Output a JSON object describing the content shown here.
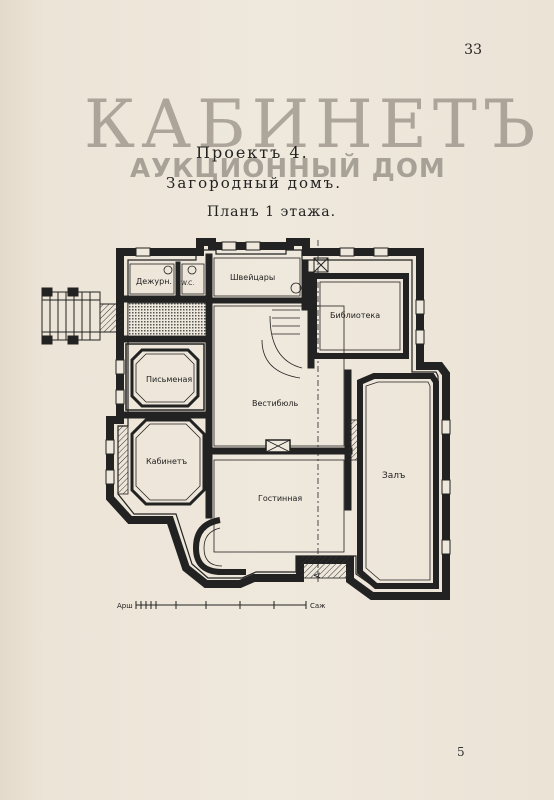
{
  "page": {
    "number_top": "33",
    "number_bottom": "5"
  },
  "watermark": {
    "line1": "КАБИНЕТЪ",
    "line2": "АУКЦИОННЫЙ ДОМ"
  },
  "heading": {
    "project": "Проектъ 4.",
    "subtitle": "Загородный домъ.",
    "plan_title": "Планъ 1 этажа."
  },
  "rooms": {
    "dezhurnaya": "Дежурн.",
    "wc": "W.C.",
    "shveitsary": "Швейцары",
    "biblioteka": "Библиотека",
    "pismennaya": "Письменая",
    "vestibyul": "Вестибюль",
    "kabinet": "Кабинетъ",
    "gostinaya": "Гостинная",
    "zal": "Залъ"
  },
  "plan_marks": {
    "section_mark": "А"
  },
  "scale": {
    "left_label": "Арш",
    "right_label": "Саж"
  }
}
